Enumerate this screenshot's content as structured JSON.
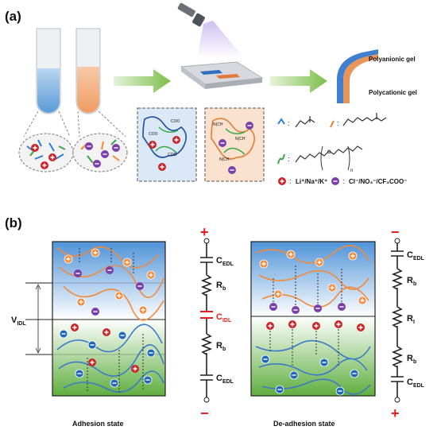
{
  "panels": {
    "a_label": "(a)",
    "b_label": "(b)"
  },
  "panel_a": {
    "gel_top": "Polyanionic gel",
    "gel_bottom": "Polycationic gel",
    "anion_group": "COO",
    "cation_group": "N(CH",
    "legend_cation_ions": "Li⁺/Na⁺/K⁺",
    "legend_anion_ions": "Cl⁻/NO₃⁻/CF₃COO⁻",
    "legend_colon": ":",
    "legend_n": "n",
    "legend_o": "O"
  },
  "panel_b": {
    "left_state": "Adhesion state",
    "right_state": "De-adhesion state",
    "v_idl": "V",
    "v_idl_sub": "IDL",
    "left_circuit": {
      "top_sign": "+",
      "bottom_sign": "−",
      "c_edl": "C",
      "c_edl_sub": "EDL",
      "r_b": "R",
      "r_b_sub": "b",
      "c_idl": "C",
      "c_idl_sub": "IDL"
    },
    "right_circuit": {
      "top_sign": "−",
      "bottom_sign": "+",
      "c_edl": "C",
      "c_edl_sub": "EDL",
      "r_b": "R",
      "r_b_sub": "b",
      "r_i": "R",
      "r_i_sub": "I"
    }
  },
  "colors": {
    "arrow_green": "#7cbf4a",
    "blue_gel": "#6aa8dd",
    "orange_gel": "#f2a673",
    "cation_red": "#c8262a",
    "anion_purple": "#7b3fa8",
    "circuit_red": "#e0201f"
  }
}
